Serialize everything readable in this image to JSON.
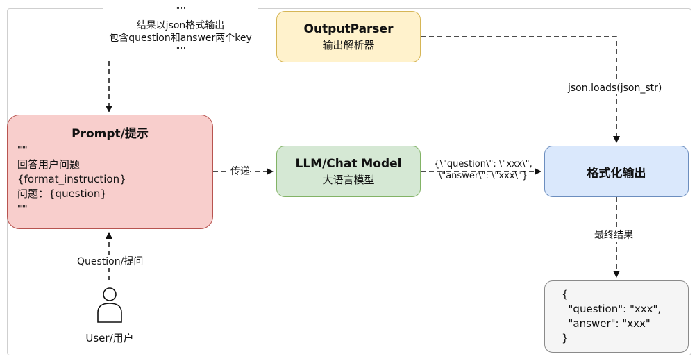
{
  "note": {
    "quote_open": "\"\"\"",
    "line1": "结果以json格式输出",
    "line2": "包含question和answer两个key",
    "quote_close": "\"\"\""
  },
  "output_parser": {
    "title": "OutputParser",
    "subtitle": "输出解析器"
  },
  "prompt": {
    "title": "Prompt/提示",
    "quote_open": "\"\"\"",
    "line1": "回答用户问题",
    "line2": "{format_instruction}",
    "line3": "问题：{question}",
    "quote_close": "\"\"\""
  },
  "llm": {
    "title": "LLM/Chat Model",
    "subtitle": "大语言模型"
  },
  "formatted_output": {
    "title": "格式化输出"
  },
  "final_result": {
    "lines": [
      "{",
      "  \"question\": \"xxx\",",
      "  \"answer\": \"xxx\"",
      "}"
    ]
  },
  "edges": {
    "transfer": "传递",
    "json_str_line1": "{\\\"question\\\": \\\"xxx\\\",",
    "json_str_line2": "\\\"answer\\\": \\\"xxx\\\"}",
    "json_loads": "json.loads(json_str)",
    "final_label": "最终结果",
    "question_label": "Question/提问"
  },
  "user": {
    "label": "User/用户",
    "icon": "user-icon"
  }
}
